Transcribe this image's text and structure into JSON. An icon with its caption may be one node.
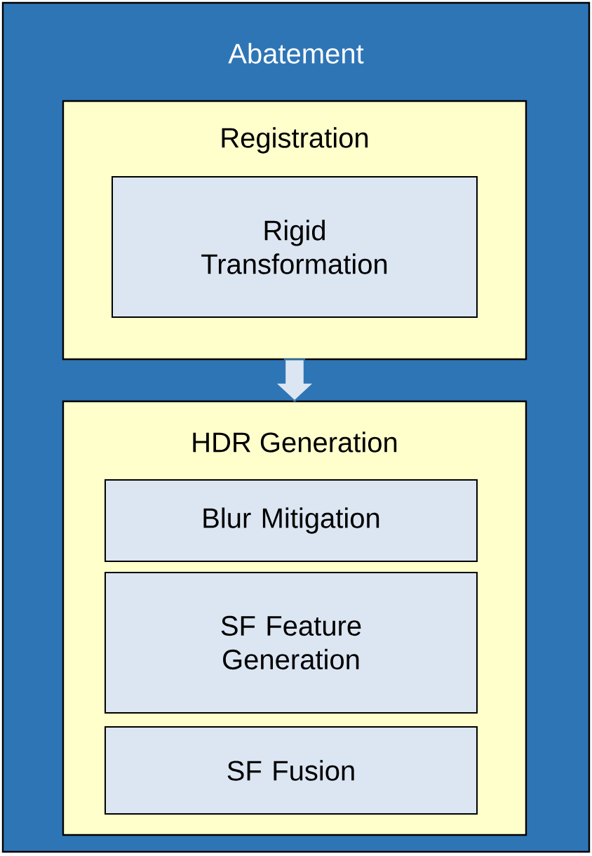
{
  "diagram": {
    "nodes": [
      {
        "text": [
          "Abatement"
        ]
      },
      {
        "text": [
          "Registration"
        ],
        "in": 0
      },
      {
        "text": [
          "Rigid Transformation"
        ],
        "in": 1
      },
      {
        "text": [
          "HDR Generation"
        ],
        "in": 0
      },
      {
        "text": [
          "Blur Mitigation"
        ],
        "in": 3
      },
      {
        "text": [
          "SF Feature Generation"
        ],
        "in": 3
      },
      {
        "text": [
          "SF Fusion"
        ],
        "in": 3
      }
    ],
    "edges": [
      {
        "from": 1,
        "to": 3,
        "arrow": "to"
      }
    ]
  }
}
